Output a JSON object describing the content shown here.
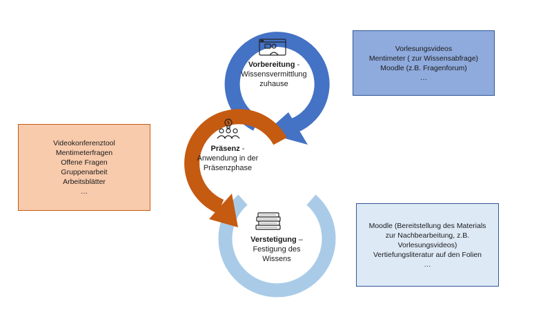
{
  "stages": {
    "preparation": {
      "title": "Vorbereitung",
      "separator": " -",
      "desc_lines": [
        "Wissensvermittlung",
        "zuhause"
      ],
      "icon": "video-conference-icon",
      "color": "#4472c4"
    },
    "presence": {
      "title": "Präsenz",
      "separator": " -",
      "desc_lines": [
        "Anwendung in der",
        "Präsenzphase"
      ],
      "icon": "team-idea-icon",
      "color": "#c55a11"
    },
    "consolidation": {
      "title": "Verstetigung",
      "separator": " –",
      "desc_lines": [
        "Festigung des",
        "Wissens"
      ],
      "icon": "book-stack-icon",
      "color": "#9dc3e6"
    }
  },
  "boxes": {
    "preparation": {
      "lines": [
        "Vorlesungsvideos",
        "Mentimeter ( zur Wissensabfrage)",
        "Moodle (z.B. Fragenforum)",
        "…"
      ],
      "fill": "#8faadc",
      "border": "#2f5597"
    },
    "presence": {
      "lines": [
        "Videokonferenztool",
        "Mentimeterfragen",
        "Offene Fragen",
        "Gruppenarbeit",
        "Arbeitsblätter",
        "…"
      ],
      "fill": "#f8cbad",
      "border": "#c55a11"
    },
    "consolidation": {
      "lines": [
        "Moodle (Bereitstellung des Materials",
        "zur Nachbearbeitung, z.B.",
        "Vorlesungsvideos)",
        "Vertiefungsliteratur auf den Folien",
        "…"
      ],
      "fill": "#dee9f6",
      "border": "#2f5597"
    }
  }
}
